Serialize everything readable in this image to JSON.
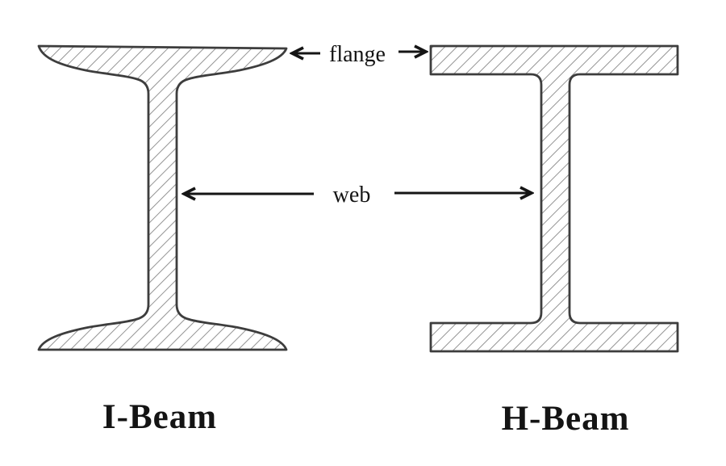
{
  "diagram": {
    "labels": {
      "flange": "flange",
      "web": "web"
    },
    "captions": {
      "i_beam": "I-Beam",
      "h_beam": "H-Beam"
    },
    "colors": {
      "background": "#ffffff",
      "outline": "#3d3d3d",
      "hatch": "#949494",
      "arrow": "#151515",
      "text": "#141414"
    }
  }
}
